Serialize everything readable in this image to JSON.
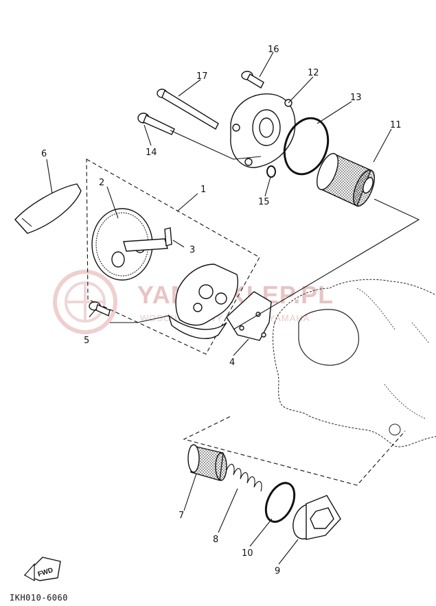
{
  "diagram": {
    "drawing_code": "IKH010-6060",
    "fwd_label": "FWD",
    "watermark": {
      "main": "YAMASKLEP.PL",
      "sub": "WOSCHOCHOWY DEALER YAMAHA"
    },
    "callouts": [
      {
        "id": "1",
        "label": "1"
      },
      {
        "id": "2",
        "label": "2"
      },
      {
        "id": "3",
        "label": "3"
      },
      {
        "id": "4",
        "label": "4"
      },
      {
        "id": "5",
        "label": "5"
      },
      {
        "id": "6",
        "label": "6"
      },
      {
        "id": "7",
        "label": "7"
      },
      {
        "id": "8",
        "label": "8"
      },
      {
        "id": "9",
        "label": "9"
      },
      {
        "id": "10",
        "label": "10"
      },
      {
        "id": "11",
        "label": "11"
      },
      {
        "id": "12",
        "label": "12"
      },
      {
        "id": "13",
        "label": "13"
      },
      {
        "id": "14",
        "label": "14"
      },
      {
        "id": "15",
        "label": "15"
      },
      {
        "id": "16",
        "label": "16"
      },
      {
        "id": "17",
        "label": "17"
      }
    ]
  }
}
